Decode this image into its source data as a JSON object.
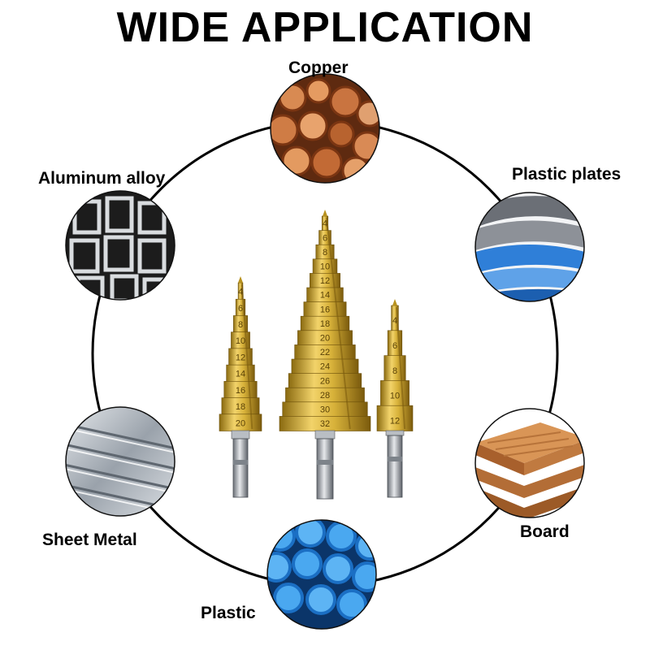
{
  "header": {
    "title": "WIDE APPLICATION"
  },
  "materials": [
    {
      "label": "Copper"
    },
    {
      "label": "Plastic plates"
    },
    {
      "label": "Board"
    },
    {
      "label": "Plastic"
    },
    {
      "label": "Sheet Metal"
    },
    {
      "label": "Aluminum alloy"
    }
  ],
  "drill_bits": [
    {
      "name": "small-step-bit",
      "markings": [
        "4",
        "6",
        "8",
        "10",
        "12",
        "14",
        "16",
        "18",
        "20"
      ]
    },
    {
      "name": "large-step-bit",
      "markings": [
        "4",
        "6",
        "8",
        "10",
        "12",
        "14",
        "16",
        "18",
        "20",
        "22",
        "24",
        "26",
        "28",
        "30",
        "32"
      ]
    },
    {
      "name": "mini-step-bit",
      "markings": [
        "4",
        "6",
        "8",
        "10",
        "12"
      ]
    }
  ],
  "colors": {
    "ring": "#000000",
    "gold": "#d8b23a",
    "copper": "#c2692f",
    "blue_pipe": "#2f8de0",
    "wood": "#c9834a",
    "steel": "#9aa0a8"
  }
}
